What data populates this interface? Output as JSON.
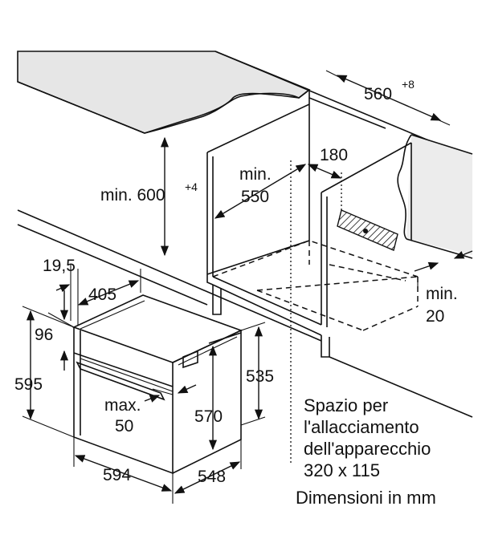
{
  "dimensions": {
    "width_niche": "560",
    "width_niche_tol": "+8",
    "height_niche": "min. 600",
    "height_niche_tol": "+4",
    "depth_niche_l1": "min.",
    "depth_niche_l2": "550",
    "back_gap": "180",
    "side_gap_l1": "min.",
    "side_gap_l2": "20",
    "front_offset": "19,5",
    "top_depth": "405",
    "top_height": "96",
    "oven_height": "595",
    "body_height": "535",
    "inner_height": "570",
    "handle_l1": "max.",
    "handle_l2": "50",
    "oven_width": "594",
    "oven_depth": "548"
  },
  "note": {
    "line1": "Spazio per",
    "line2": "l'allacciamento",
    "line3": "dell'apparecchio",
    "line4": "320 x 115",
    "line5": "Dimensioni in mm"
  },
  "colors": {
    "ink": "#111111",
    "counter_fill": "#e6e6e6",
    "wall_fill": "#ececec",
    "background": "#ffffff"
  }
}
